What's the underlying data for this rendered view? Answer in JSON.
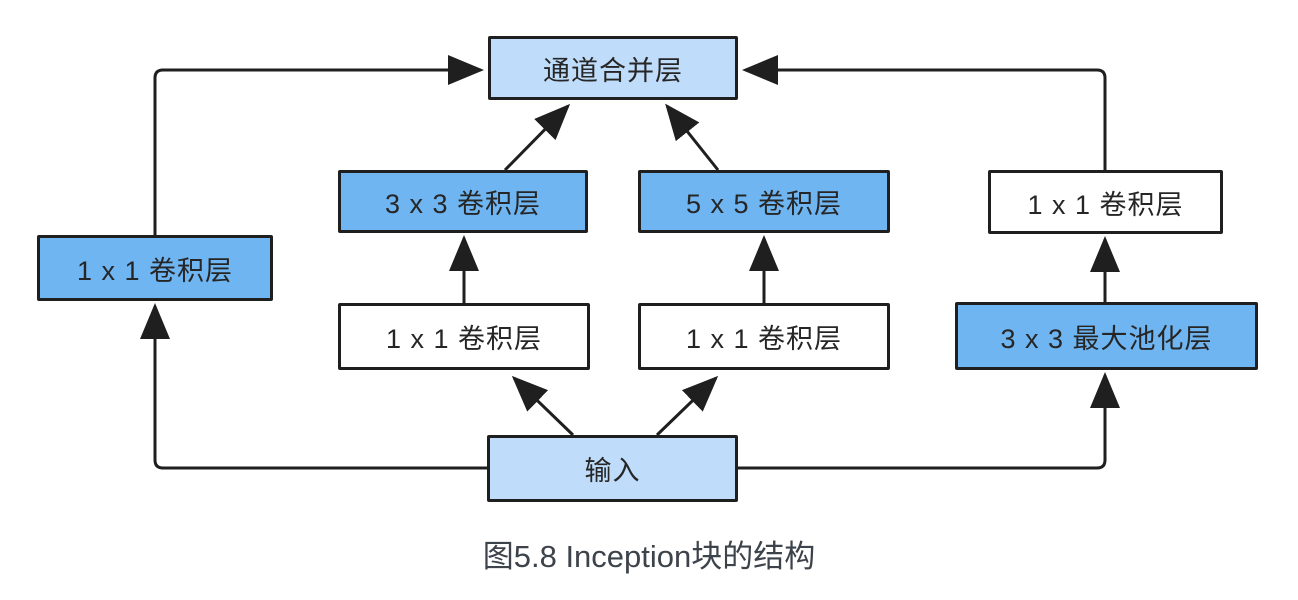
{
  "figure": {
    "caption": "图5.8 Inception块的结构"
  },
  "colors": {
    "light-blue": "#BFDCFA",
    "dark-blue": "#6FB5F1",
    "box-white": "#FFFFFF",
    "line": "#1F1F1F",
    "node-text": "#262626",
    "caption-text": "#3D434A",
    "bg": "#FFFFFF"
  },
  "nodes": {
    "concat": {
      "label": "通道合并层",
      "fill": "light-blue"
    },
    "conv3x3": {
      "label": "3 x 3 卷积层",
      "fill": "dark-blue"
    },
    "conv5x5": {
      "label": "5 x 5 卷积层",
      "fill": "dark-blue"
    },
    "conv1x1_left": {
      "label": "1 x 1 卷积层",
      "fill": "dark-blue"
    },
    "conv1x1_mid_left": {
      "label": "1 x 1 卷积层",
      "fill": "white"
    },
    "conv1x1_mid_right": {
      "label": "1 x 1 卷积层",
      "fill": "white"
    },
    "conv1x1_right": {
      "label": "1 x 1 卷积层",
      "fill": "white"
    },
    "maxpool3x3": {
      "label": "3 x 3 最大池化层",
      "fill": "dark-blue"
    },
    "input": {
      "label": "输入",
      "fill": "light-blue"
    }
  },
  "edges": [
    {
      "from": "input",
      "to": "conv1x1_left"
    },
    {
      "from": "conv1x1_left",
      "to": "concat"
    },
    {
      "from": "input",
      "to": "conv1x1_mid_left"
    },
    {
      "from": "conv1x1_mid_left",
      "to": "conv3x3"
    },
    {
      "from": "conv3x3",
      "to": "concat"
    },
    {
      "from": "input",
      "to": "conv1x1_mid_right"
    },
    {
      "from": "conv1x1_mid_right",
      "to": "conv5x5"
    },
    {
      "from": "conv5x5",
      "to": "concat"
    },
    {
      "from": "input",
      "to": "maxpool3x3"
    },
    {
      "from": "maxpool3x3",
      "to": "conv1x1_right"
    },
    {
      "from": "conv1x1_right",
      "to": "concat"
    }
  ]
}
